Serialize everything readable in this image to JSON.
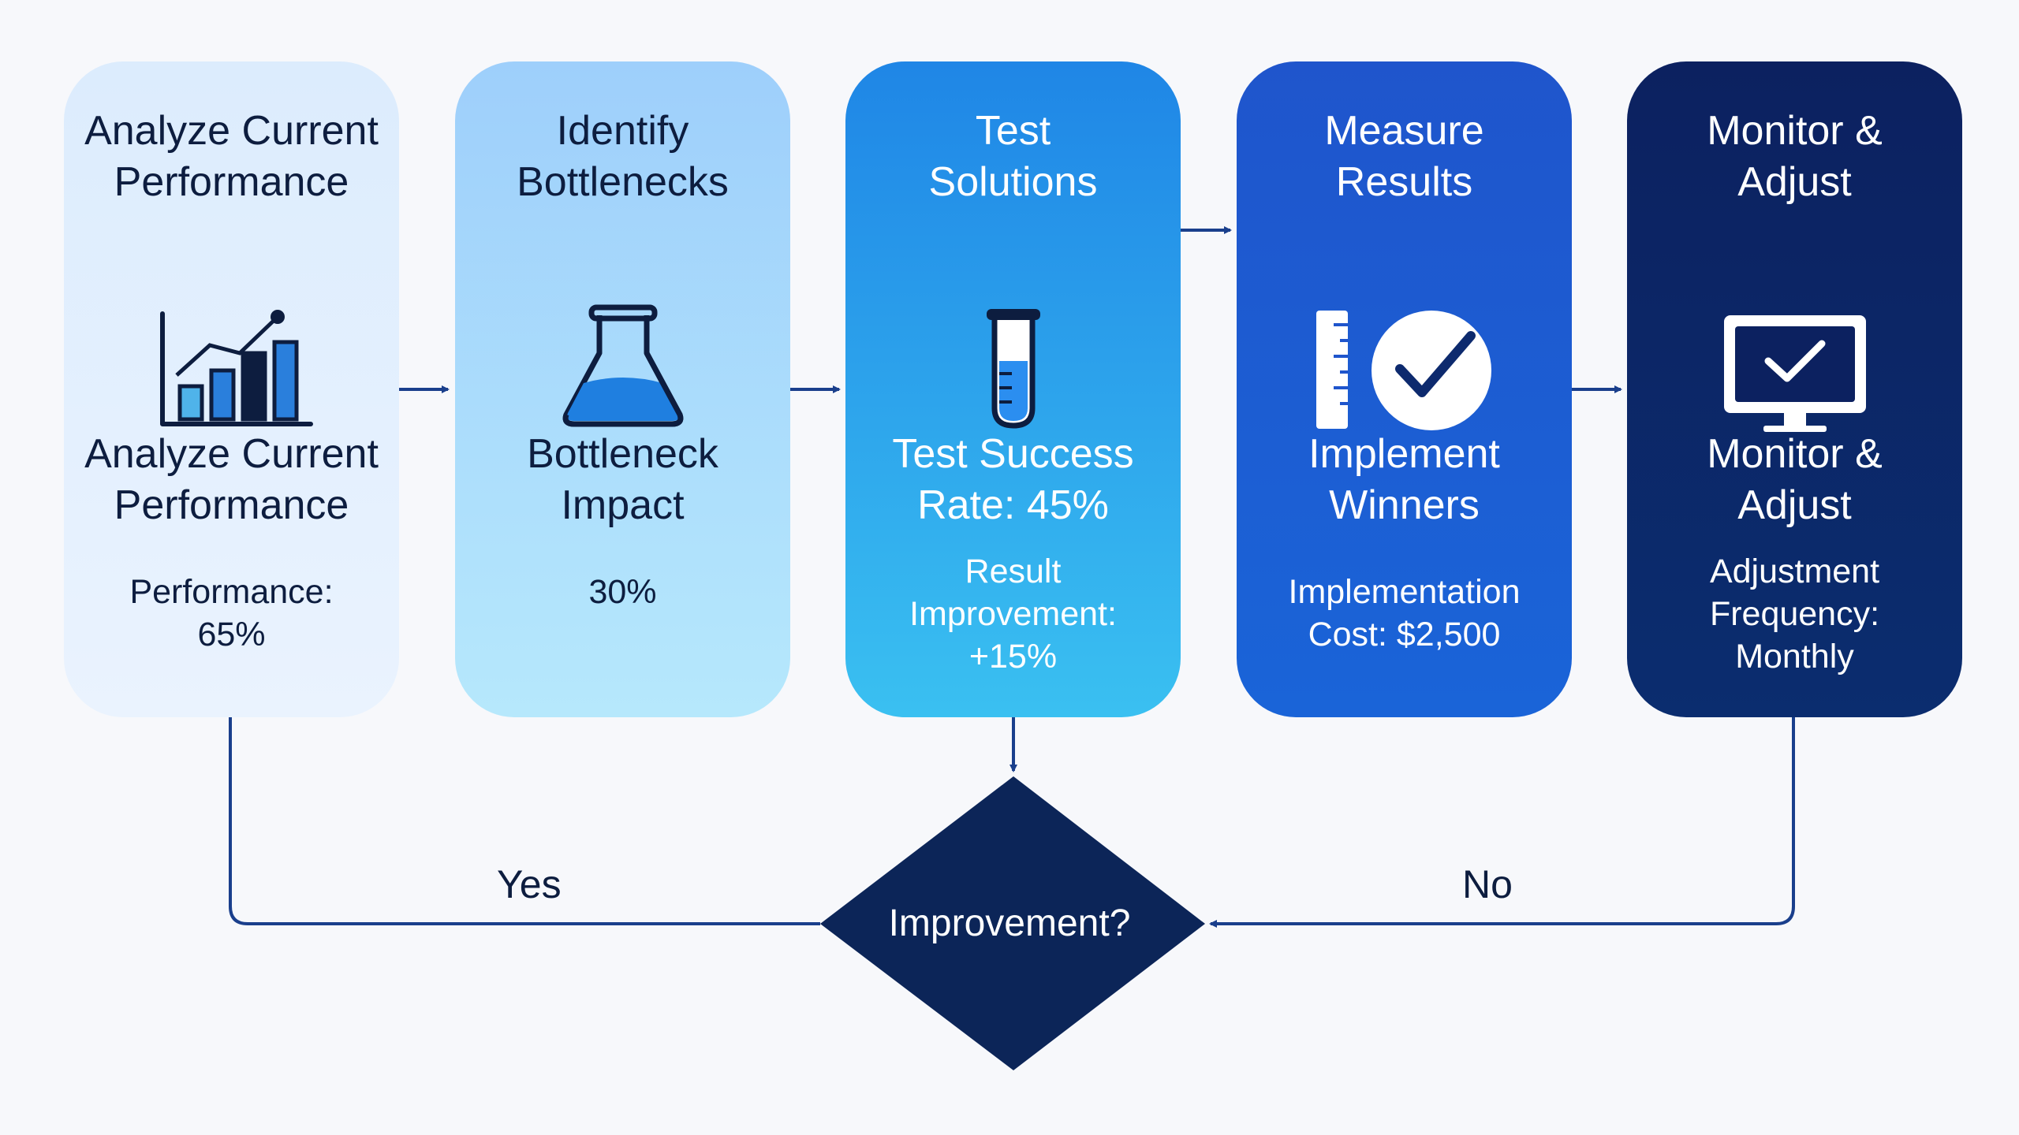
{
  "steps": [
    {
      "title": "Analyze Current Performance",
      "title_lines": [
        "Analyze Current",
        "Performance"
      ],
      "subtitle_lines": [
        "Analyze Current",
        "Performance"
      ],
      "metric_lines": [
        "Performance:",
        "65%"
      ],
      "icon": "bar-chart-icon"
    },
    {
      "title_lines": [
        "Identify",
        "Bottlenecks"
      ],
      "subtitle_lines": [
        "Bottleneck",
        "Impact"
      ],
      "metric_lines": [
        "30%"
      ],
      "icon": "flask-icon"
    },
    {
      "title_lines": [
        "Test",
        "Solutions"
      ],
      "subtitle_lines": [
        "Test Success",
        "Rate: 45%"
      ],
      "metric_lines": [
        "Result",
        "Improvement:",
        "+15%"
      ],
      "icon": "test-tube-icon"
    },
    {
      "title_lines": [
        "Measure",
        "Results"
      ],
      "subtitle_lines": [
        "Implement",
        "Winners"
      ],
      "metric_lines": [
        "Implementation",
        "Cost: $2,500"
      ],
      "icon": "ruler-checkmark-icon"
    },
    {
      "title_lines": [
        "Monitor &",
        "Adjust"
      ],
      "subtitle_lines": [
        "Monitor &",
        "Adjust"
      ],
      "metric_lines": [
        "Adjustment",
        "Frequency:",
        "Monthly"
      ],
      "icon": "monitor-checkmark-icon"
    }
  ],
  "decision": {
    "label": "Improvement?",
    "yes_label": "Yes",
    "no_label": "No"
  },
  "colors": {
    "arrow": "#1a3f8c",
    "card1": "#dcecfd",
    "card2": "#9ecffb",
    "card3": "#2aa3ec",
    "card4": "#1f5ad0",
    "card5": "#0c2566",
    "diamond": "#0c2558"
  }
}
